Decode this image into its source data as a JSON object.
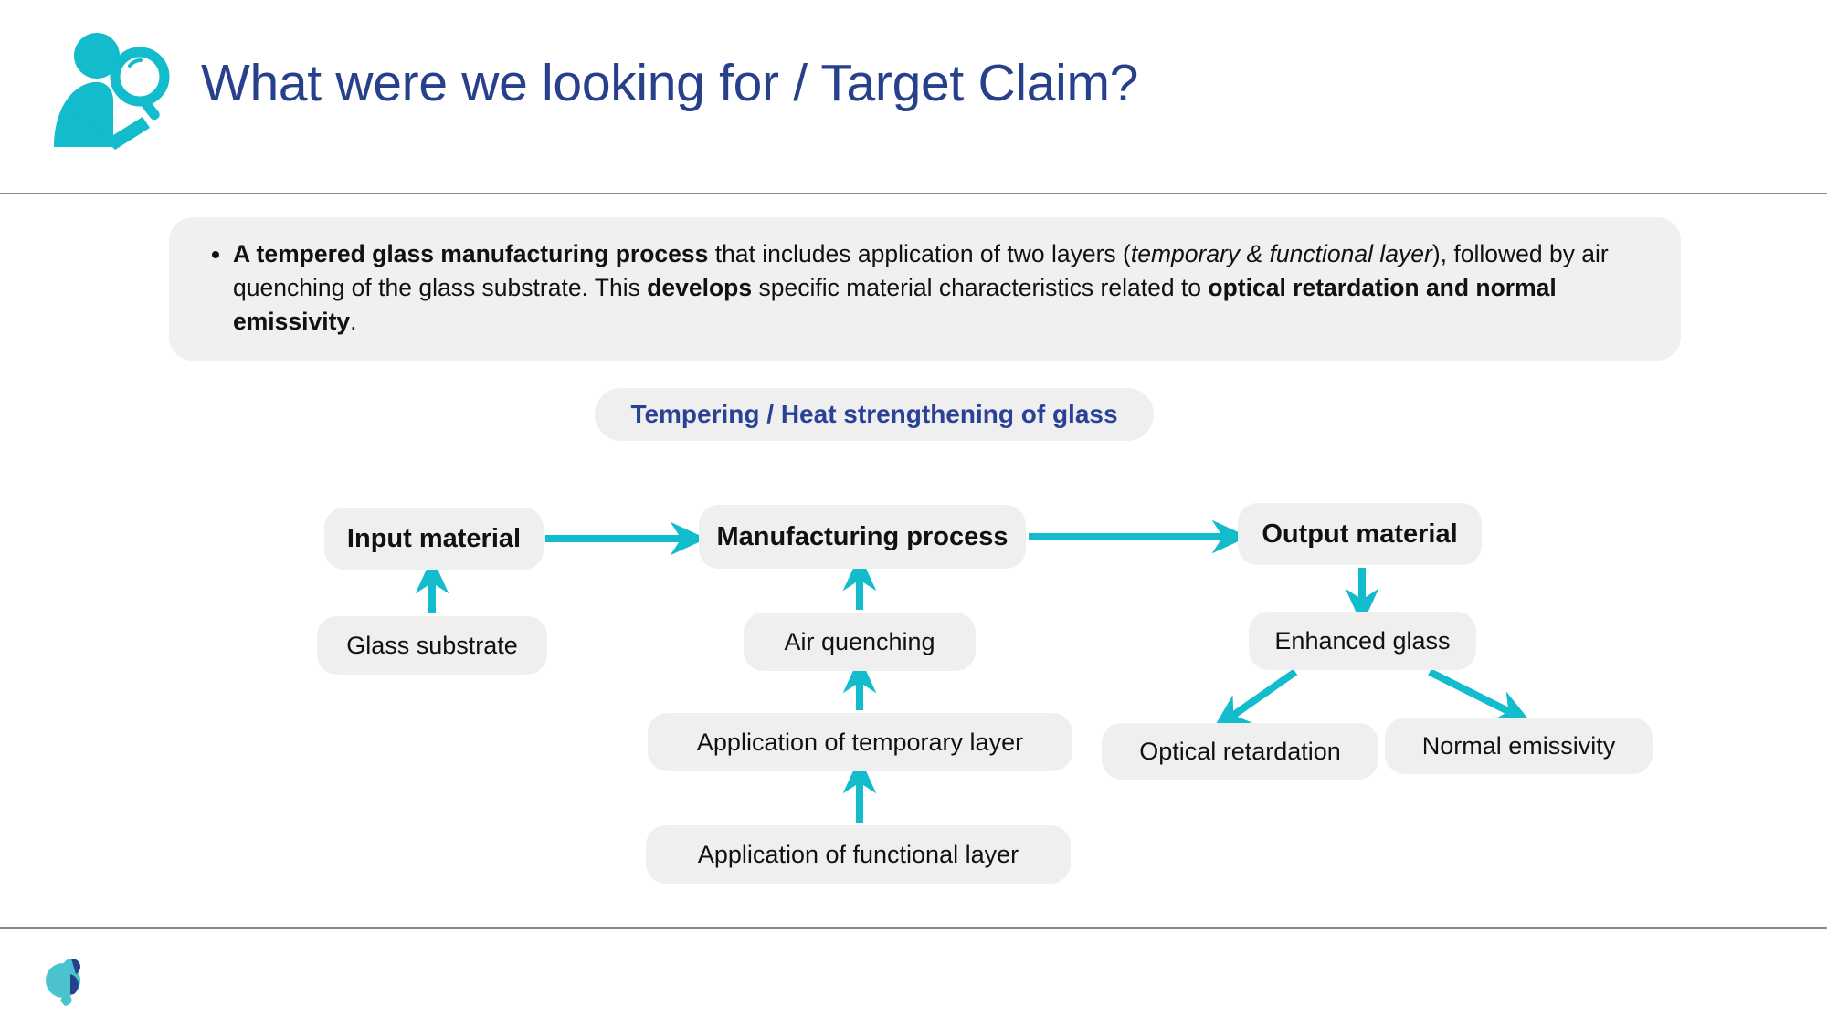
{
  "header": {
    "title": "What were we looking for / Target Claim?",
    "logo_icon": "person-with-magnifier-icon",
    "title_color": "#26408b"
  },
  "colors": {
    "accent_cyan": "#12bccd",
    "navy": "#26408b",
    "node_fill": "#efefef",
    "rule": "#8a8a8a"
  },
  "claim": {
    "bullet": {
      "seg1_bold": "A tempered glass manufacturing process",
      "seg2": " that includes application of two layers (",
      "seg3_italic": "temporary & functional layer",
      "seg4": "), followed by air quenching of the glass substrate. This ",
      "seg5_bold": "develops",
      "seg6": " specific material characteristics related to ",
      "seg7_bold": "optical retardation and normal emissivity",
      "seg8": "."
    }
  },
  "diagram": {
    "banner": "Tempering / Heat strengthening of glass",
    "nodes": {
      "input": "Input material",
      "glass_substrate": "Glass substrate",
      "manufacturing": "Manufacturing process",
      "air_quenching": "Air quenching",
      "temporary_layer": "Application of temporary layer",
      "functional_layer": "Application of functional layer",
      "output": "Output material",
      "enhanced_glass": "Enhanced glass",
      "optical_retardation": "Optical retardation",
      "normal_emissivity": "Normal emissivity"
    },
    "edges": [
      {
        "from": "glass_substrate",
        "to": "input",
        "direction": "up"
      },
      {
        "from": "input",
        "to": "manufacturing",
        "direction": "right"
      },
      {
        "from": "air_quenching",
        "to": "manufacturing",
        "direction": "up"
      },
      {
        "from": "temporary_layer",
        "to": "air_quenching",
        "direction": "up"
      },
      {
        "from": "functional_layer",
        "to": "temporary_layer",
        "direction": "up"
      },
      {
        "from": "manufacturing",
        "to": "output",
        "direction": "right"
      },
      {
        "from": "output",
        "to": "enhanced_glass",
        "direction": "down"
      },
      {
        "from": "enhanced_glass",
        "to": "optical_retardation",
        "direction": "down-left"
      },
      {
        "from": "enhanced_glass",
        "to": "normal_emissivity",
        "direction": "down-right"
      }
    ]
  },
  "footer": {
    "logo_icon": "company-mark-icon"
  }
}
